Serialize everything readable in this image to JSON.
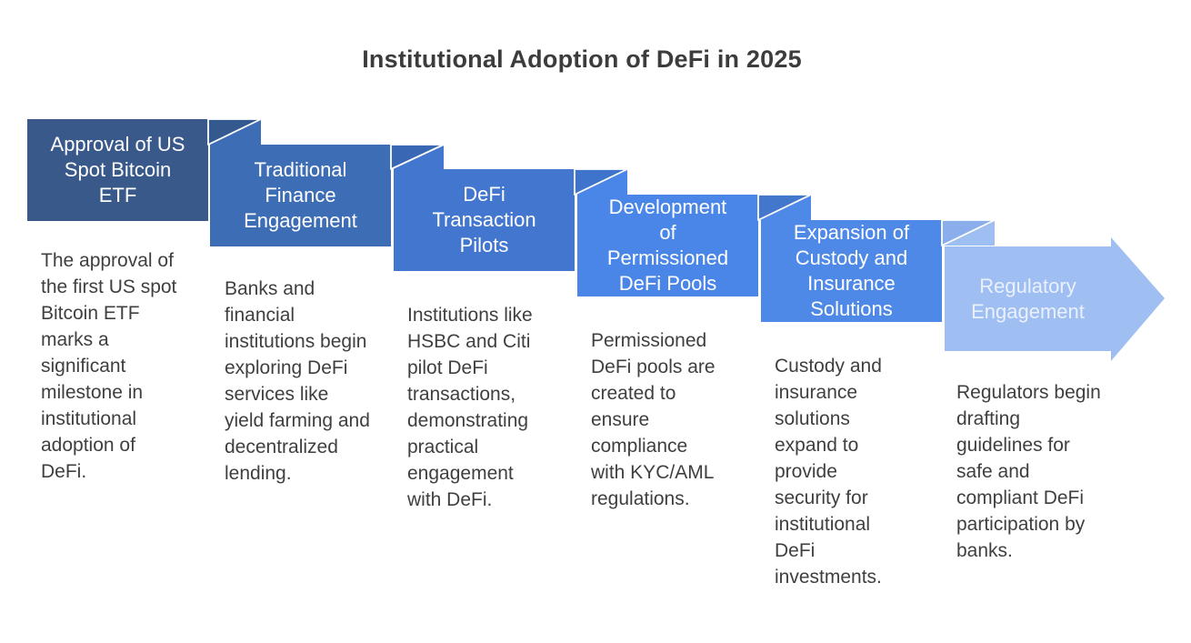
{
  "title": "Institutional Adoption of DeFi in 2025",
  "title_color": "#3C3C3C",
  "description_color": "#3F3F3F",
  "steps": [
    {
      "label": "Approval of US\nSpot Bitcoin\nETF",
      "description": "The approval of\nthe first US spot\nBitcoin ETF\nmarks a\nsignificant\nmilestone in\ninstitutional\nadoption of\nDeFi.",
      "color": "#385989",
      "label_color": "#FFFFFF"
    },
    {
      "label": "Traditional\nFinance\nEngagement",
      "description": "Banks and\nfinancial\ninstitutions begin\nexploring DeFi\nservices like\nyield farming and\ndecentralized\nlending.",
      "color": "#3D6DB5",
      "fold_color": "#34598F",
      "label_color": "#FFFFFF"
    },
    {
      "label": "DeFi\nTransaction\nPilots",
      "description": "Institutions like\nHSBC and Citi\npilot DeFi\ntransactions,\ndemonstrating\npractical\nengagement\nwith DeFi.",
      "color": "#4377CF",
      "fold_color": "#3A67B4",
      "label_color": "#FFFFFF"
    },
    {
      "label": "Development\nof\nPermissioned\nDeFi Pools",
      "description": "Permissioned\nDeFi pools are\ncreated to\nensure\ncompliance\nwith KYC/AML\nregulations.",
      "color": "#4A86E8",
      "fold_color": "#3E74CB",
      "label_color": "#FFFFFF"
    },
    {
      "label": "Expansion of\nCustody and\nInsurance\nSolutions",
      "description": "Custody and\ninsurance\nsolutions\nexpand to\nprovide\nsecurity for\ninstitutional\nDeFi\ninvestments.",
      "color": "#4F89E8",
      "fold_color": "#4377CC",
      "label_color": "#FFFFFF"
    },
    {
      "label": "Regulatory\nEngagement",
      "description": "Regulators begin\ndrafting\nguidelines for\nsafe and\ncompliant DeFi\nparticipation by\nbanks.",
      "color": "#9FBEF2",
      "fold_color": "#8AAEEC",
      "label_color": "#EAF1FD"
    }
  ]
}
